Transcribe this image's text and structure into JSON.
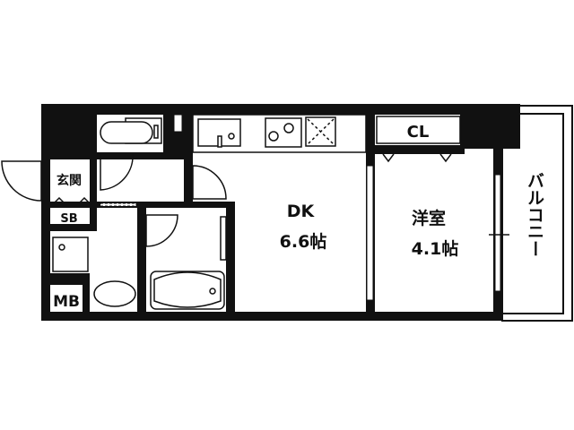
{
  "floorplan": {
    "rooms": {
      "genkan": "玄関",
      "shoe_box": "SB",
      "meter_box": "MB",
      "dk_name": "DK",
      "dk_size": "6.6帖",
      "western_name": "洋室",
      "western_size": "4.1帖",
      "closet": "CL",
      "balcony": "バルコニー"
    },
    "colors": {
      "wall": "#111111",
      "background": "#ffffff"
    }
  }
}
